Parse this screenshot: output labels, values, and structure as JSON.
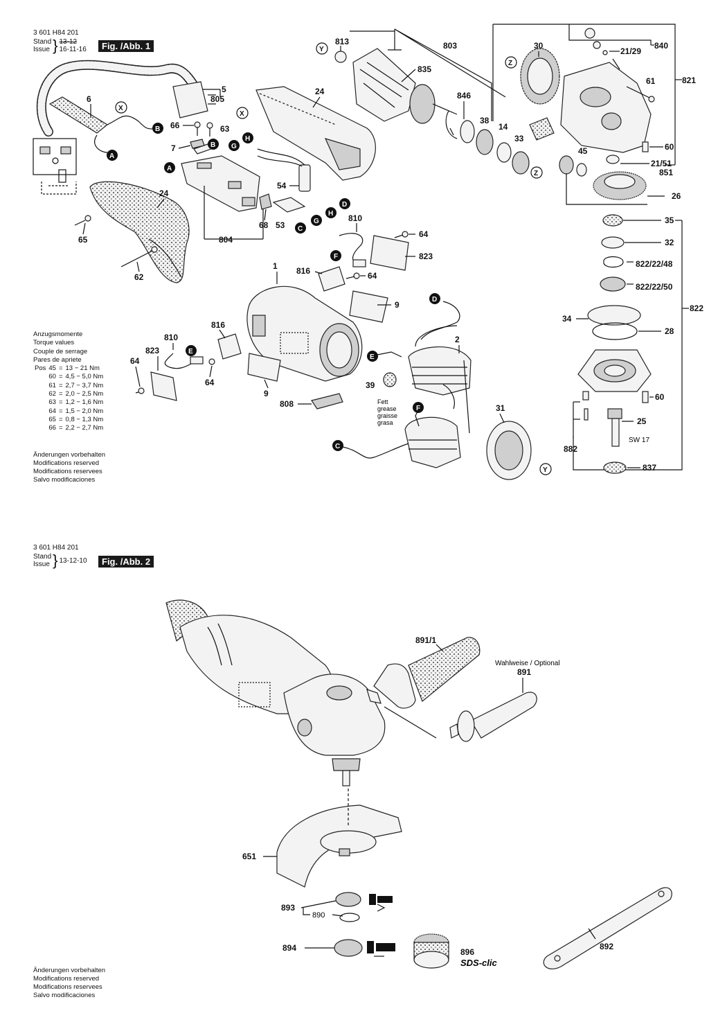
{
  "fig1": {
    "doc_number": "3 601 H84 201",
    "stand_label": "Stand",
    "issue_label": "Issue",
    "date_old": "13-12",
    "date_new": "16-11-16",
    "title": "Fig. /Abb. 1"
  },
  "fig2": {
    "doc_number": "3 601 H84 201",
    "stand_label": "Stand",
    "issue_label": "Issue",
    "date": "13-12-10",
    "title": "Fig. /Abb. 2"
  },
  "torque": {
    "heading": [
      "Anzugsmomente",
      "Torque values",
      "Couple de serrage",
      "Pares de apriete"
    ],
    "pos_label": "Pos",
    "rows": [
      {
        "pos": "45",
        "value": "13 − 21 Nm"
      },
      {
        "pos": "60",
        "value": "4,5 − 5,0 Nm"
      },
      {
        "pos": "61",
        "value": "2,7 − 3,7 Nm"
      },
      {
        "pos": "62",
        "value": "2,0 − 2,5 Nm"
      },
      {
        "pos": "63",
        "value": "1,2 − 1,6 Nm"
      },
      {
        "pos": "64",
        "value": "1,5 − 2,0 Nm"
      },
      {
        "pos": "65",
        "value": "0,8 − 1,3 Nm"
      },
      {
        "pos": "66",
        "value": "2,2 − 2,7 Nm"
      }
    ]
  },
  "notice": {
    "lines": [
      "Änderungen vorbehalten",
      "Modifications reserved",
      "Modifications reservees",
      "Salvo modificaciones"
    ]
  },
  "fig1_labels": {
    "l813": "813",
    "l803": "803",
    "l30": "30",
    "l840": "840",
    "l21_29": "21/29",
    "l835": "835",
    "l821": "821",
    "l61": "61",
    "l846": "846",
    "l38": "38",
    "l14": "14",
    "l33": "33",
    "l45": "45",
    "l60a": "60",
    "l21_51": "21/51",
    "l851": "851",
    "l26": "26",
    "l5": "5",
    "l805": "805",
    "l24a": "24",
    "l6": "6",
    "l66": "66",
    "l63": "63",
    "l7": "7",
    "l54": "54",
    "l24b": "24",
    "l65": "65",
    "l62": "62",
    "l804": "804",
    "l68": "68",
    "l53": "53",
    "l810a": "810",
    "l64a": "64",
    "l823a": "823",
    "l816a": "816",
    "l64b": "64",
    "l1": "1",
    "l9a": "9",
    "l816b": "816",
    "l810b": "810",
    "l823b": "823",
    "l64c": "64",
    "l64d": "64",
    "l9b": "9",
    "l808": "808",
    "l2": "2",
    "l39": "39",
    "l31": "31",
    "l35": "35",
    "l32": "32",
    "l822_22_48": "822/22/48",
    "l822_22_50": "822/22/50",
    "l822": "822",
    "l34": "34",
    "l28": "28",
    "l60b": "60",
    "l25": "25",
    "l882": "882",
    "l837": "837",
    "sw17": "SW 17",
    "grease": [
      "Fett",
      "grease",
      "graisse",
      "grasa"
    ]
  },
  "markers": {
    "A": "A",
    "B": "B",
    "C": "C",
    "D": "D",
    "E": "E",
    "F": "F",
    "G": "G",
    "H": "H",
    "X": "X",
    "Y": "Y",
    "Z": "Z"
  },
  "fig2_labels": {
    "l891_1": "891/1",
    "optional": "Wahlweise / Optional",
    "l891": "891",
    "l651": "651",
    "l893": "893",
    "l890": "890",
    "l894": "894",
    "l896": "896",
    "sds": "SDS-clic",
    "l892": "892"
  }
}
